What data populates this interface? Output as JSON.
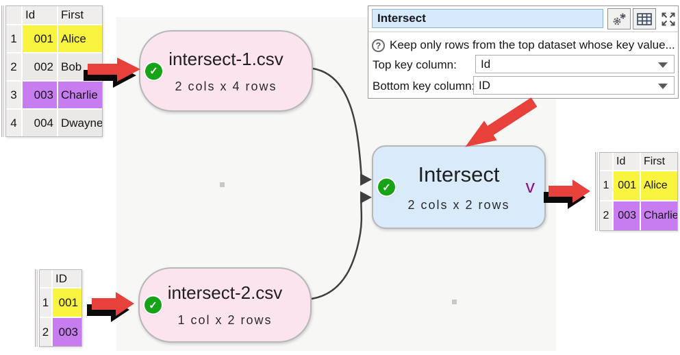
{
  "panel": {
    "title_value": "Intersect",
    "help_text": "Keep only rows from the top dataset whose key value...",
    "fields": [
      {
        "label": "Top key column:",
        "value": "Id"
      },
      {
        "label": "Bottom key column:",
        "value": "ID"
      }
    ]
  },
  "nodes": [
    {
      "title": "intersect-1.csv",
      "subtitle": "2 cols x 4 rows"
    },
    {
      "title": "intersect-2.csv",
      "subtitle": "1 col x 2 rows"
    },
    {
      "title": "Intersect",
      "subtitle": "2 cols x 2 rows"
    }
  ],
  "icons": {
    "check": "✓",
    "chevron": "v",
    "help": "?"
  },
  "tables": {
    "top_left": {
      "headers": [
        "Id",
        "First"
      ],
      "rows": [
        {
          "num": "1",
          "cells": [
            "001",
            "Alice"
          ],
          "highlight": "yellow"
        },
        {
          "num": "2",
          "cells": [
            "002",
            "Bob"
          ],
          "highlight": "none"
        },
        {
          "num": "3",
          "cells": [
            "003",
            "Charlie"
          ],
          "highlight": "purple"
        },
        {
          "num": "4",
          "cells": [
            "004",
            "Dwayne"
          ],
          "highlight": "none"
        }
      ]
    },
    "bottom_left": {
      "headers": [
        "ID"
      ],
      "rows": [
        {
          "num": "1",
          "cells": [
            "001"
          ],
          "highlight": "yellow"
        },
        {
          "num": "2",
          "cells": [
            "003"
          ],
          "highlight": "purple"
        }
      ]
    },
    "output_right": {
      "headers": [
        "Id",
        "First"
      ],
      "rows": [
        {
          "num": "1",
          "cells": [
            "001",
            "Alice"
          ],
          "highlight": "yellow"
        },
        {
          "num": "2",
          "cells": [
            "003",
            "Charlie"
          ],
          "highlight": "purple"
        }
      ]
    }
  },
  "colors": {
    "node_pink": "#fce4ef",
    "node_blue": "#d9eafb",
    "check_green": "#17a317",
    "highlight_yellow": "#f8f43f",
    "highlight_purple": "#c77df0",
    "arrow_red": "#e8403a",
    "chevron_purple": "#8a0f8a"
  }
}
